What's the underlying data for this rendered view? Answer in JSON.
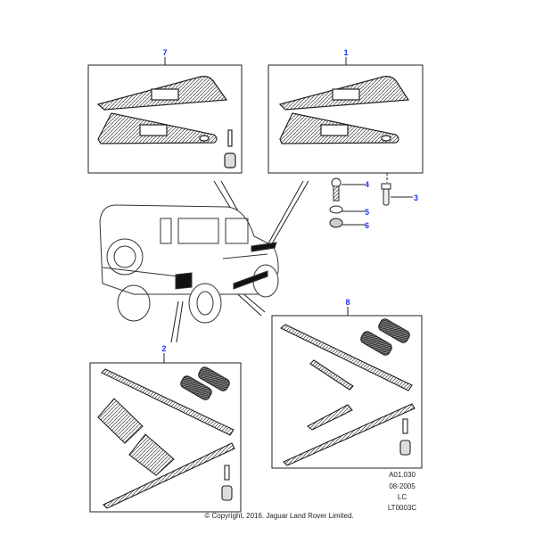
{
  "callouts": {
    "c7": "7",
    "c1": "1",
    "c8": "8",
    "c2": "2",
    "c4": "4",
    "c5": "5",
    "c6": "6",
    "c3": "3"
  },
  "drawing_info": {
    "ref": "A01.030",
    "date": "08-2005",
    "code": "LC",
    "id": "LT0003C"
  },
  "copyright": "© Copyright, 2016. Jaguar Land Rover Limited.",
  "colors": {
    "callout": "#1a33ff",
    "line": "#222222"
  }
}
